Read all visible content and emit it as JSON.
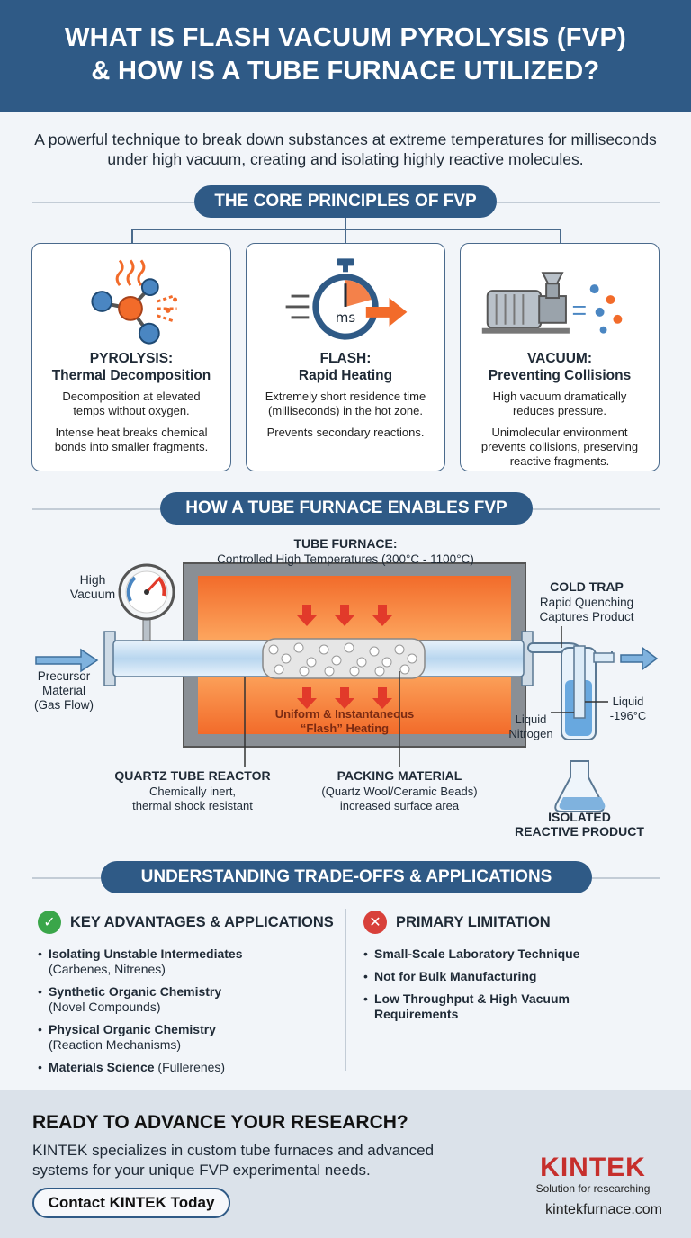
{
  "header": {
    "title_line1": "WHAT IS FLASH VACUUM PYROLYSIS (FVP)",
    "title_line2": "& HOW IS A TUBE FURNACE UTILIZED?"
  },
  "intro": "A powerful technique to break down substances at extreme temperatures for milliseconds under high vacuum, creating and isolating highly reactive molecules.",
  "principles": {
    "heading": "THE CORE PRINCIPLES OF FVP",
    "cards": [
      {
        "title_1": "PYROLYSIS:",
        "title_2": "Thermal Decomposition",
        "desc_1": "Decomposition at elevated temps without oxygen.",
        "desc_2": "Intense heat breaks chemical bonds into smaller fragments.",
        "icon": "molecule-breaking-icon"
      },
      {
        "title_1": "FLASH:",
        "title_2": "Rapid Heating",
        "desc_1": "Extremely short residence time (milliseconds) in the hot zone.",
        "desc_2": "Prevents secondary reactions.",
        "icon": "stopwatch-icon",
        "icon_text": "ms"
      },
      {
        "title_1": "VACUUM:",
        "title_2": "Preventing Collisions",
        "desc_1": "High vacuum dramatically reduces pressure.",
        "desc_2": "Unimolecular environment prevents collisions, preserving reactive fragments.",
        "icon": "vacuum-pump-icon"
      }
    ]
  },
  "furnace": {
    "heading": "HOW A TUBE FURNACE ENABLES FVP",
    "furnace_title": "TUBE FURNACE:",
    "furnace_sub": "Controlled High Temperatures (300°C - 1100°C)",
    "vacuum_1": "High",
    "vacuum_2": "Vacuum",
    "precursor_1": "Precursor",
    "precursor_2": "Material",
    "precursor_3": "(Gas Flow)",
    "heating_1": "Uniform & Instantaneous",
    "heating_2": "“Flash” Heating",
    "quartz_title": "QUARTZ TUBE REACTOR",
    "quartz_1": "Chemically inert,",
    "quartz_2": "thermal shock resistant",
    "packing_title": "PACKING MATERIAL",
    "packing_1": "(Quartz Wool/Ceramic Beads)",
    "packing_2": "increased surface area",
    "trap_title": "COLD TRAP",
    "trap_1": "Rapid Quenching",
    "trap_2": "Captures Product",
    "liquid_temp_1": "Liquid",
    "liquid_temp_2": "-196°C",
    "nitrogen_1": "Liquid",
    "nitrogen_2": "Nitrogen",
    "product_1": "ISOLATED",
    "product_2": "REACTIVE PRODUCT"
  },
  "tradeoffs": {
    "heading": "UNDERSTANDING TRADE-OFFS & APPLICATIONS",
    "advantages": {
      "title": "KEY ADVANTAGES & APPLICATIONS",
      "items": [
        {
          "title": "Isolating Unstable Intermediates",
          "sub": "(Carbenes, Nitrenes)"
        },
        {
          "title": "Synthetic Organic Chemistry",
          "sub": "(Novel Compounds)"
        },
        {
          "title": "Physical Organic Chemistry",
          "sub": "(Reaction Mechanisms)"
        },
        {
          "title": "Materials Science",
          "note": "(Fullerenes)"
        }
      ]
    },
    "limitations": {
      "title": "PRIMARY LIMITATION",
      "items": [
        {
          "title": "Small-Scale Laboratory Technique"
        },
        {
          "title": "Not for Bulk Manufacturing"
        },
        {
          "title": "Low Throughput & High Vacuum Requirements"
        }
      ]
    }
  },
  "footer": {
    "heading": "READY TO ADVANCE YOUR RESEARCH?",
    "text": "KINTEK specializes in custom tube furnaces and advanced systems for your unique FVP experimental needs.",
    "cta": "Contact KINTEK Today",
    "brand": "KINTEK",
    "tagline": "Solution for researching",
    "site": "kintekfurnace.com"
  },
  "colors": {
    "primary": "#2f5a86",
    "accent_red": "#c62f2c",
    "check_green": "#3aa64a",
    "heat_orange": "#f26b2a"
  }
}
